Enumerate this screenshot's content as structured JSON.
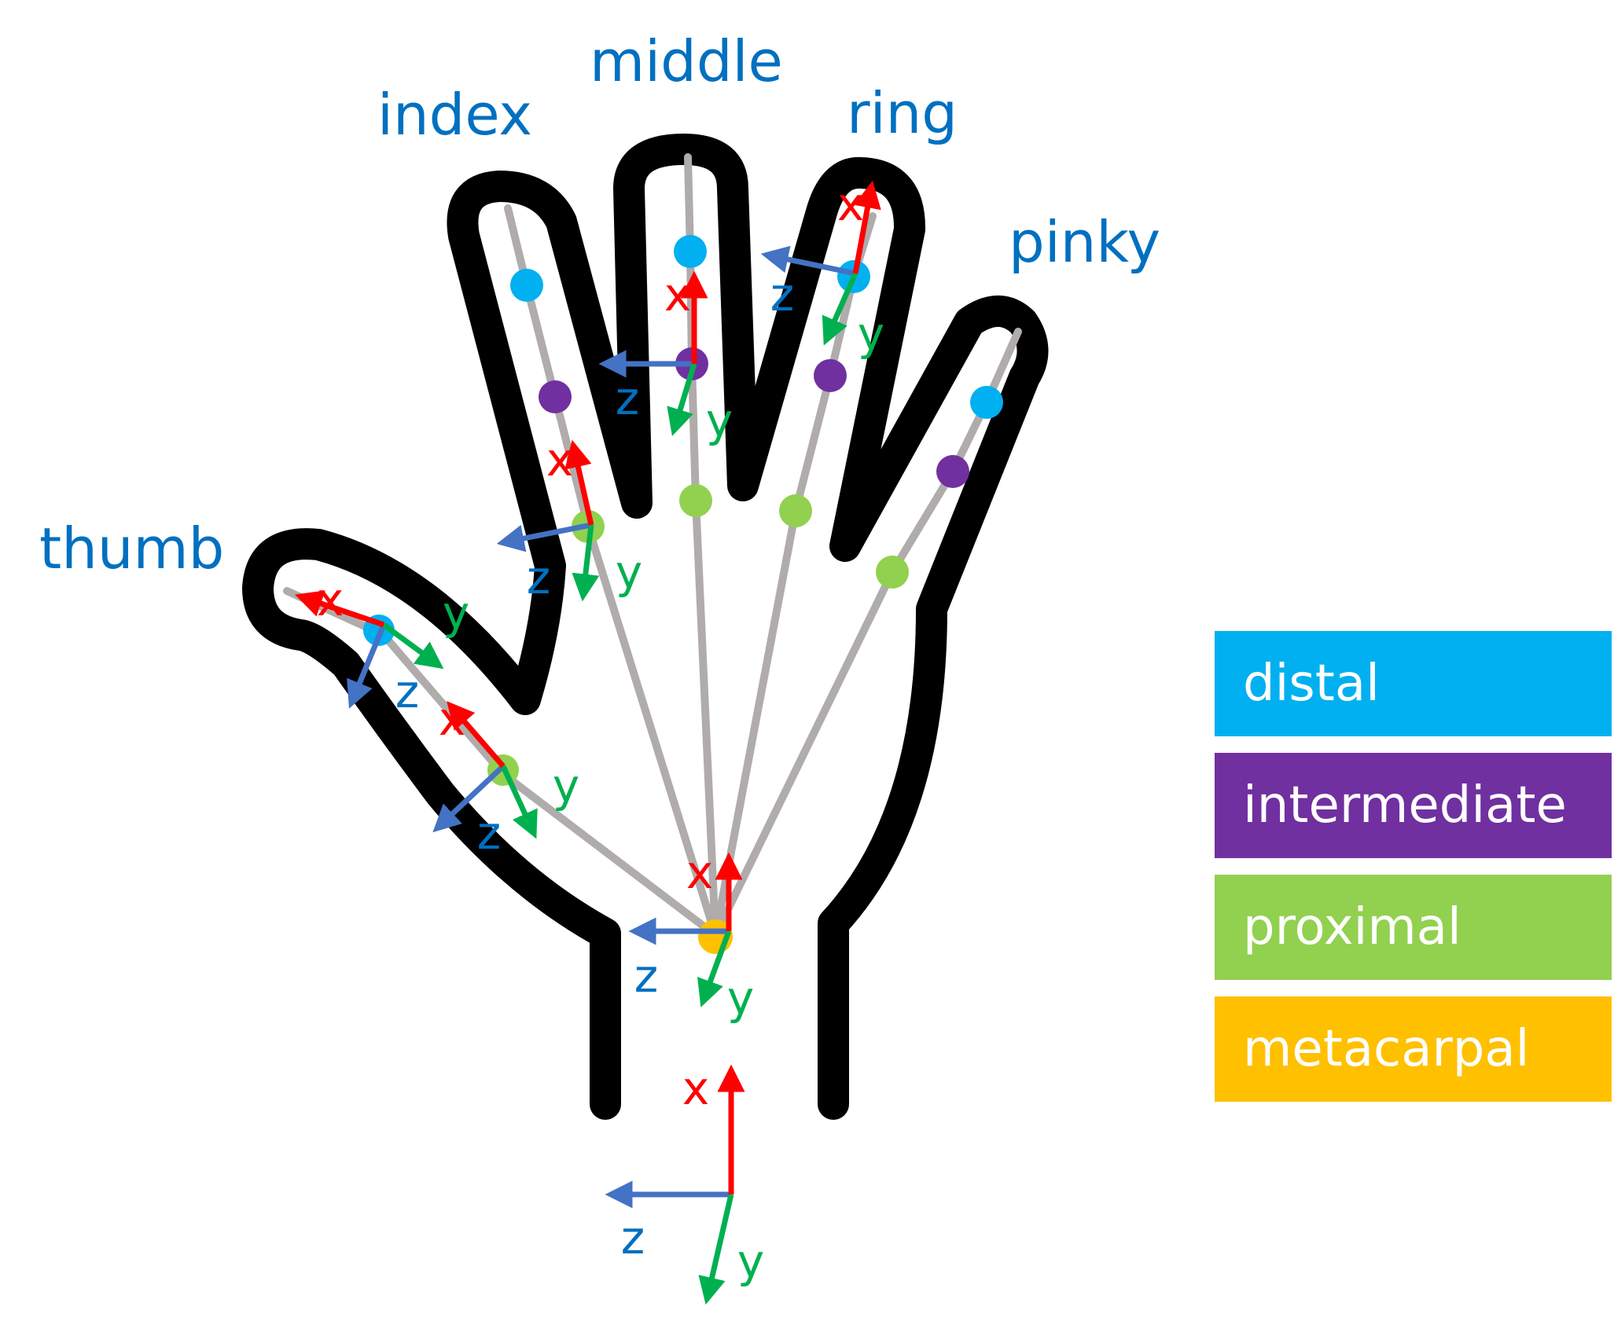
{
  "finger_labels": {
    "thumb": "thumb",
    "index": "index",
    "middle": "middle",
    "ring": "ring",
    "pinky": "pinky"
  },
  "legend": [
    {
      "label": "distal",
      "color": "#00B0F0"
    },
    {
      "label": "intermediate",
      "color": "#7030A0"
    },
    {
      "label": "proximal",
      "color": "#92D050"
    },
    {
      "label": "metacarpal",
      "color": "#FFC000"
    }
  ],
  "axis_labels": {
    "x": "x",
    "y": "y",
    "z": "z"
  },
  "colors": {
    "label_text": "#0070C0",
    "outline": "#000000",
    "bone": "#B0ACAC",
    "axis_x": "#FF0000",
    "axis_y": "#00B050",
    "axis_z": "#4472C4",
    "axis_z_label": "#0070C0",
    "axis_y_label": "#00B050"
  }
}
